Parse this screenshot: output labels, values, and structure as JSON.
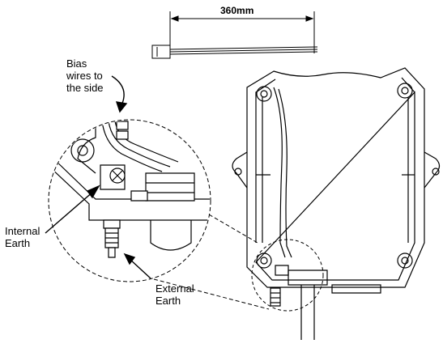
{
  "dimension": {
    "cable_length": "360mm"
  },
  "labels": {
    "bias_wires": "Bias\nwires to\nthe side",
    "internal_earth": "Internal\nEarth",
    "external_earth": "External\nEarth"
  },
  "colors": {
    "line": "#000000",
    "background": "#ffffff",
    "fill_gray": "#d9d9d9"
  }
}
